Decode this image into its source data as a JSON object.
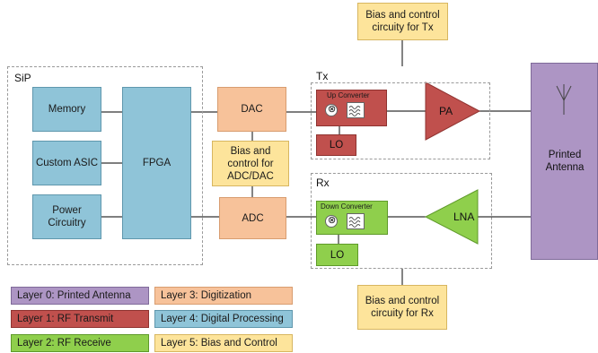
{
  "colors": {
    "digital": "#8fc4d8",
    "digitization": "#f7c29a",
    "bias": "#fde49b",
    "rf_transmit": "#c0504d",
    "rf_receive": "#8fcf4c",
    "antenna": "#ad95c4"
  },
  "sip": {
    "label": "SiP",
    "memory": "Memory",
    "asic": "Custom ASIC",
    "power": "Power\nCircuitry",
    "fpga": "FPGA",
    "dac": "DAC",
    "adc": "ADC",
    "bias_adc_dac": "Bias and\ncontrol for\nADC/DAC"
  },
  "tx": {
    "label": "Tx",
    "up_converter": "Up Converter",
    "lo": "LO",
    "pa": "PA",
    "bias": "Bias and control\ncircuity for Tx"
  },
  "rx": {
    "label": "Rx",
    "down_converter": "Down Converter",
    "lo": "LO",
    "lna": "LNA",
    "bias": "Bias and control\ncircuity for Rx"
  },
  "antenna": {
    "label": "Printed\nAntenna",
    "icon": "antenna-icon"
  },
  "legend": [
    {
      "label": "Layer 0: Printed Antenna",
      "color": "#ad95c4"
    },
    {
      "label": "Layer 1: RF Transmit",
      "color": "#c0504d"
    },
    {
      "label": "Layer 2: RF Receive",
      "color": "#8fcf4c"
    },
    {
      "label": "Layer 3: Digitization",
      "color": "#f7c29a"
    },
    {
      "label": "Layer 4: Digital Processing",
      "color": "#8fc4d8"
    },
    {
      "label": "Layer 5: Bias and Control",
      "color": "#fde49b"
    }
  ]
}
